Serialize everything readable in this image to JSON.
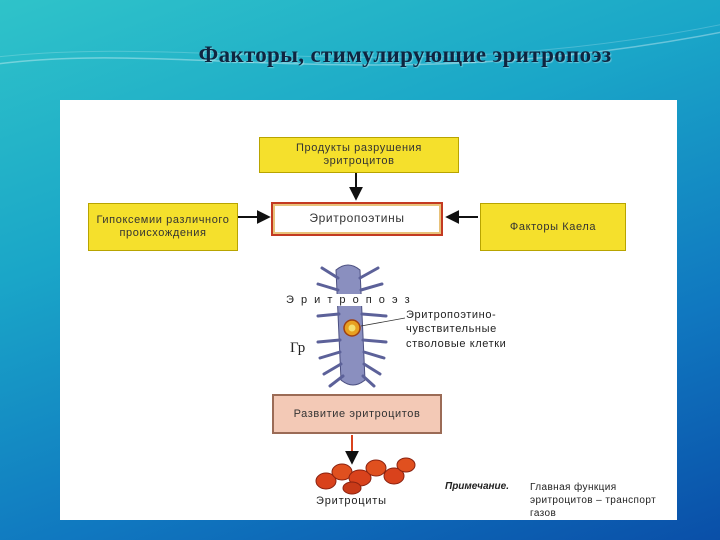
{
  "slide": {
    "title": "Факторы, стимулирующие эритропоэз"
  },
  "diagram": {
    "top_box": "Продукты разрушения эритроцитов",
    "center_box": "Эритропоэтины",
    "left_box": "Гипоксемии различного происхождения",
    "right_box": "Факторы Каела",
    "process_label": "Э р и т р о п о э з",
    "stem_cells_label": "Эритропоэтино-чувствительные стволовые клетки",
    "marker_label": "Гр",
    "development_box": "Развитие эритроцитов",
    "cells_label": "Эритроциты",
    "note_heading": "Примечание.",
    "note_text": "Главная функция эритроцитов – транспорт газов",
    "colors": {
      "yellow_box": "#f5e02c",
      "pink_box": "#f3c9b6",
      "stem_color": "#8a8fbf",
      "arrow_color": "#111111",
      "cell_color": "#d9421c"
    }
  }
}
